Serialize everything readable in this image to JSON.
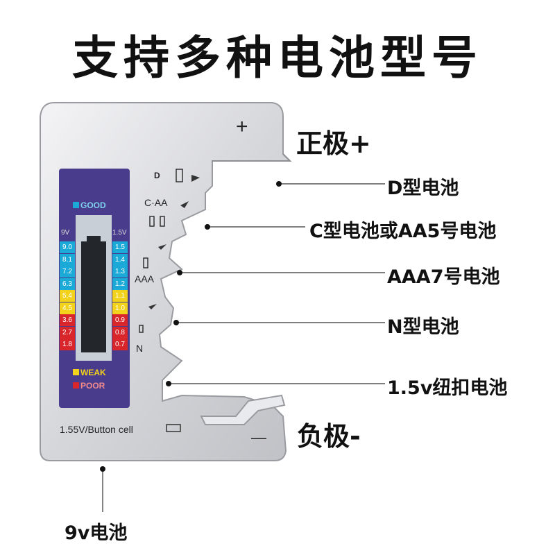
{
  "title": "支持多种电池型号",
  "labels": {
    "positive": "正极+",
    "negative": "负极-",
    "d": "D型电池",
    "c_aa": "C型电池或AA5号电池",
    "aaa": "AAA7号电池",
    "n": "N型电池",
    "button": "1.5v纽扣电池",
    "nine_v": "9v电池"
  },
  "device": {
    "plus_mark": "+",
    "minus_mark": "—",
    "slot_d": "D",
    "slot_caa": "C·AA",
    "slot_aaa": "AAA",
    "slot_n": "N",
    "bottom_text": "1.55V/Button cell",
    "panel": {
      "good": "GOOD",
      "weak": "WEAK",
      "poor": "POOR",
      "left_header": "9V",
      "right_header": "1.5V",
      "left_scale": [
        "9.0",
        "8.1",
        "7.2",
        "6.3",
        "5.4",
        "4.5",
        "3.6",
        "2.7",
        "1.8"
      ],
      "right_scale": [
        "1.5",
        "1.4",
        "1.3",
        "1.2",
        "1.1",
        "1.0",
        "0.9",
        "0.8",
        "0.7"
      ]
    }
  },
  "colors": {
    "panel_bg": "#4a3c8c",
    "good_blue": "#1ba9d8",
    "weak_yellow": "#f2d21a",
    "poor_red": "#d8262b"
  }
}
